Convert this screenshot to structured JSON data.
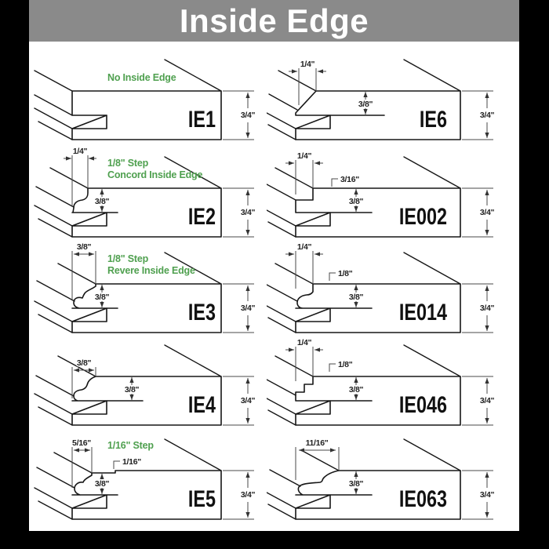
{
  "header": {
    "title": "Inside Edge"
  },
  "colors": {
    "banner_gray": "#8a8a8a",
    "note_green": "#4fa04f",
    "line_black": "#161616",
    "frame_black": "#000000"
  },
  "profiles": [
    {
      "id": "IE1",
      "label": "IE1",
      "note_lines": [
        "No Inside Edge"
      ],
      "dims": {
        "right": "3/4\""
      }
    },
    {
      "id": "IE2",
      "label": "IE2",
      "note_lines": [
        "1/8\" Step",
        "Concord Inside Edge"
      ],
      "dims": {
        "top": "1/4\"",
        "inner": "3/8\"",
        "right": "3/4\""
      }
    },
    {
      "id": "IE3",
      "label": "IE3",
      "note_lines": [
        "1/8\" Step",
        "Revere Inside Edge"
      ],
      "dims": {
        "top": "3/8\"",
        "inner": "3/8\"",
        "right": "3/4\""
      }
    },
    {
      "id": "IE4",
      "label": "IE4",
      "note_lines": [],
      "dims": {
        "top": "3/8\"",
        "inner": "3/8\"",
        "right": "3/4\""
      }
    },
    {
      "id": "IE5",
      "label": "IE5",
      "note_lines": [
        "1/16\" Step"
      ],
      "dims": {
        "top": "5/16\"",
        "bracket": "1/16\"",
        "inner": "3/8\"",
        "right": "3/4\""
      }
    },
    {
      "id": "IE6",
      "label": "IE6",
      "note_lines": [],
      "dims": {
        "top": "1/4\"",
        "inner": "3/8\"",
        "right": "3/4\""
      }
    },
    {
      "id": "IE002",
      "label": "IE002",
      "note_lines": [],
      "dims": {
        "top": "1/4\"",
        "bracket": "3/16\"",
        "inner": "3/8\"",
        "right": "3/4\""
      }
    },
    {
      "id": "IE014",
      "label": "IE014",
      "note_lines": [],
      "dims": {
        "top": "1/4\"",
        "bracket": "1/8\"",
        "inner": "3/8\"",
        "right": "3/4\""
      }
    },
    {
      "id": "IE046",
      "label": "IE046",
      "note_lines": [],
      "dims": {
        "top": "1/4\"",
        "bracket": "1/8\"",
        "inner": "3/8\"",
        "right": "3/4\""
      }
    },
    {
      "id": "IE063",
      "label": "IE063",
      "note_lines": [],
      "dims": {
        "top": "11/16\"",
        "inner": "3/8\"",
        "right": "3/4\""
      }
    }
  ]
}
